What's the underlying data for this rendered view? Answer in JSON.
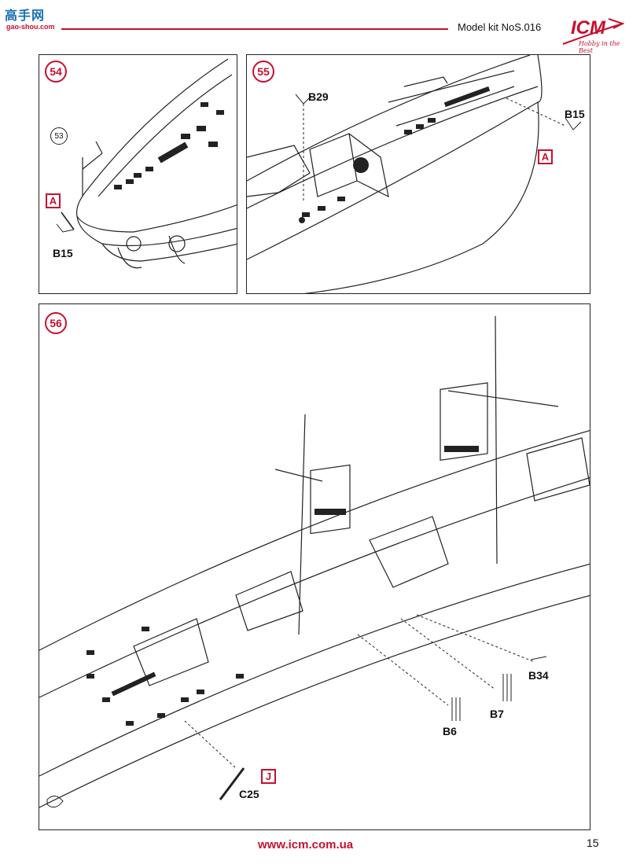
{
  "header": {
    "site_logo_cn": "高手网",
    "site_logo_url": "gao-shou.com",
    "title": "Model kit NoS.016",
    "brand": "ICM",
    "brand_tagline": "Hobby in the Best",
    "accent_color": "#c8102e"
  },
  "panel54": {
    "step": "54",
    "ref_step": "53",
    "callout": "A",
    "part": "B15"
  },
  "panel55": {
    "step": "55",
    "part_top": "B29",
    "part_right": "B15",
    "callout": "A"
  },
  "panel56": {
    "step": "56",
    "parts": [
      "B34",
      "B7",
      "B6",
      "C25"
    ],
    "callout": "J"
  },
  "footer": {
    "url": "www.icm.com.ua",
    "page": "15"
  }
}
